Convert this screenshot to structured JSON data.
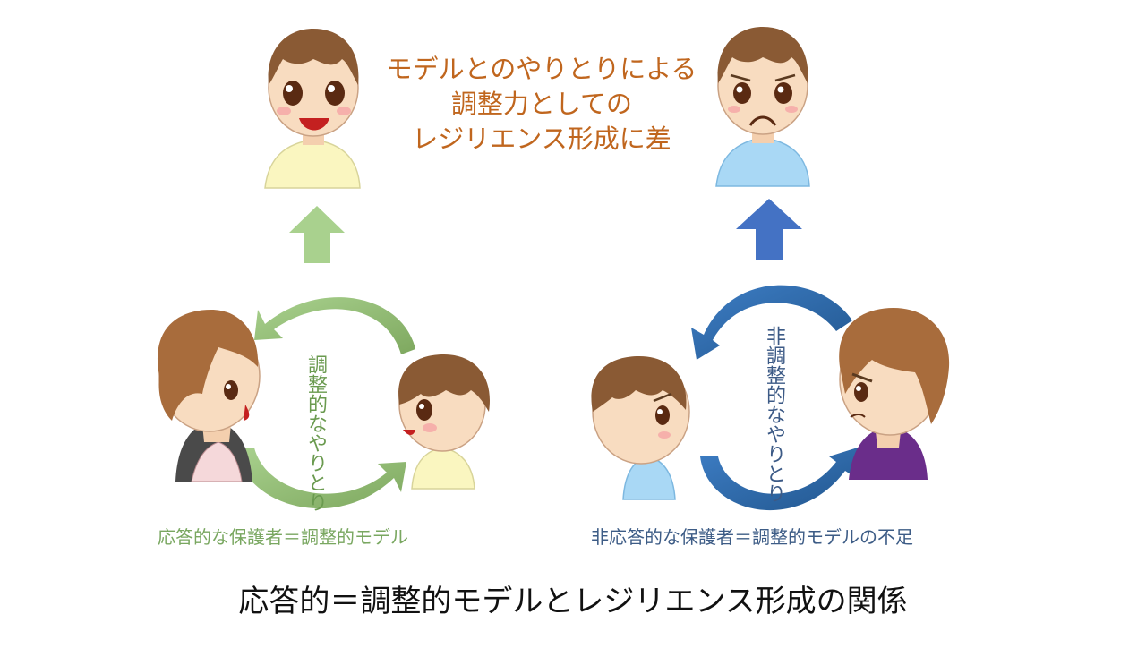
{
  "top_text": {
    "line1": "モデルとのやりとりによる",
    "line2": "調整力としての",
    "line3": "レジリエンス形成に差"
  },
  "left_cycle_label": "調整的なやりとり",
  "right_cycle_label": "非調整的なやりとり",
  "left_caption": "応答的な保護者＝調整的モデル",
  "right_caption": "非応答的な保護者＝調整的モデルの不足",
  "main_title": "応答的＝調整的モデルとレジリエンス形成の関係",
  "colors": {
    "orange_text": "#c0661e",
    "green_arrow": "#a9d18e",
    "blue_arrow": "#4472c4",
    "cycle_blue": "#2e75b6",
    "green_text": "#79a760",
    "blue_text": "#3d5c86"
  },
  "icons": {
    "happy_child": "smiling-child-icon",
    "sad_child": "frowning-child-icon",
    "responsive_parent": "calm-parent-icon",
    "unresponsive_parent": "angry-parent-icon"
  }
}
